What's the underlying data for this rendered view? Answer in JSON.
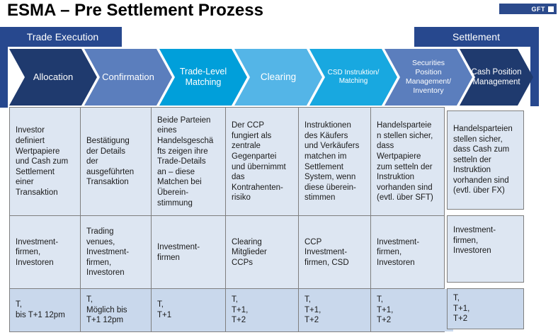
{
  "title": "ESMA – Pre Settlement Prozess",
  "logo": {
    "text": "GFT"
  },
  "banners": {
    "left": "Trade Execution",
    "right": "Settlement"
  },
  "colors": {
    "banner_navy": "#27488e",
    "logo_navy": "#2b4a8c",
    "chevron_dark": "#1f3a6e",
    "chevron_medium": "#5b7ebd",
    "chevron_bright": "#009fda",
    "chevron_light": "#54b5e7",
    "chevron_cyan": "#18a8e0",
    "cell_bg": "#dde6f2",
    "cell_bg_bottom": "#c9d8ec"
  },
  "chevrons": [
    {
      "label": "Allocation",
      "color": "#1f3a6e"
    },
    {
      "label": "Confirmation",
      "color": "#5b7ebd"
    },
    {
      "label": "Trade-Level\nMatching",
      "color": "#009fda"
    },
    {
      "label": "Clearing",
      "color": "#54b5e7"
    },
    {
      "label": "CSD Instruktion/\nMatching",
      "color": "#18a8e0"
    },
    {
      "label": "Securities\nPosition\nManagement/\nInventory",
      "color": "#5b7ebd"
    },
    {
      "label": "Cash Position\nManagement",
      "color": "#1f3a6e"
    }
  ],
  "table": {
    "rows": [
      [
        "Investor\ndefiniert\nWertpapiere\nund Cash zum\nSettlement\neiner\nTransaktion",
        "Bestätigung\nder Details\nder\nausgeführten\nTransaktion",
        "Beide Parteien\neines\nHandelsgeschä\nfts zeigen ihre\nTrade-Details\nan – diese\nMatchen bei\nÜberein-\nstimmung",
        "Der CCP\nfungiert als\nzentrale\nGegenpartei\nund übernimmt\ndas\nKontrahenten-\nrisiko",
        "Instruktionen\ndes Käufers\nund Verkäufers\nmatchen im\nSettlement\nSystem, wenn\ndiese überein-\nstimmen",
        "Handelsparteie\nn stellen sicher,\ndass\nWertpapiere\nzum setteln der\nInstruktion\nvorhanden sind\n(evtl. über SFT)",
        "Handelsparteien\nstellen sicher,\ndass Cash zum\nsetteln der\nInstruktion\nvorhanden sind\n(evtl. über FX)"
      ],
      [
        "Investment-\nfirmen,\nInvestoren",
        "Trading\nvenues,\nInvestment-\nfirmen,\nInvestoren",
        "Investment-\nfirmen",
        "Clearing\nMitglieder\nCCPs",
        "CCP\nInvestment-\nfirmen, CSD",
        "Investment-\nfirmen,\nInvestoren",
        "Investment-\nfirmen,\nInvestoren"
      ],
      [
        "T,\nbis T+1 12pm",
        "T,\nMöglich bis\nT+1 12pm",
        "T,\nT+1",
        "T,\nT+1,\nT+2",
        "T,\nT+1,\nT+2",
        "T,\nT+1,\nT+2",
        "T,\nT+1,\nT+2"
      ]
    ]
  }
}
